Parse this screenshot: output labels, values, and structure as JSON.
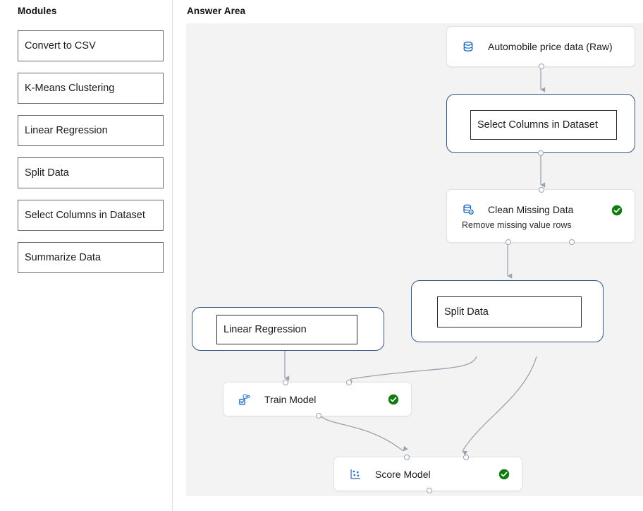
{
  "modules_panel": {
    "title": "Modules",
    "items": [
      {
        "label": "Convert to CSV"
      },
      {
        "label": "K-Means Clustering"
      },
      {
        "label": "Linear Regression"
      },
      {
        "label": "Split Data"
      },
      {
        "label": "Select Columns in Dataset"
      },
      {
        "label": "Summarize Data"
      }
    ]
  },
  "answer_area": {
    "title": "Answer Area",
    "canvas_background": "#f3f3f3",
    "nodes": [
      {
        "id": "dataset",
        "label": "Automobile price data (Raw)",
        "icon": "database-icon",
        "icon_color": "#1668c1",
        "subtitle": null,
        "status": null
      },
      {
        "id": "select-columns-dropzone",
        "label": "Select Columns in Dataset",
        "icon": null,
        "subtitle": null,
        "status": null,
        "type": "dropzone",
        "border_color": "#2f5580"
      },
      {
        "id": "clean-missing-data",
        "label": "Clean Missing Data",
        "icon": "clean-data-icon",
        "icon_color": "#1668c1",
        "subtitle": "Remove missing value rows",
        "status": "complete",
        "status_color": "#107c10"
      },
      {
        "id": "split-data-dropzone",
        "label": "Split Data",
        "icon": null,
        "subtitle": null,
        "status": null,
        "type": "dropzone",
        "border_color": "#2f5580"
      },
      {
        "id": "linear-regression-dropzone",
        "label": "Linear Regression",
        "icon": null,
        "subtitle": null,
        "status": null,
        "type": "dropzone",
        "border_color": "#2f5580"
      },
      {
        "id": "train-model",
        "label": "Train Model",
        "icon": "train-model-icon",
        "icon_color": "#1668c1",
        "subtitle": null,
        "status": "complete",
        "status_color": "#107c10"
      },
      {
        "id": "score-model",
        "label": "Score Model",
        "icon": "score-model-icon",
        "icon_color": "#1668c1",
        "subtitle": null,
        "status": "complete",
        "status_color": "#107c10"
      }
    ],
    "edge_color": "#9aa3ad"
  }
}
